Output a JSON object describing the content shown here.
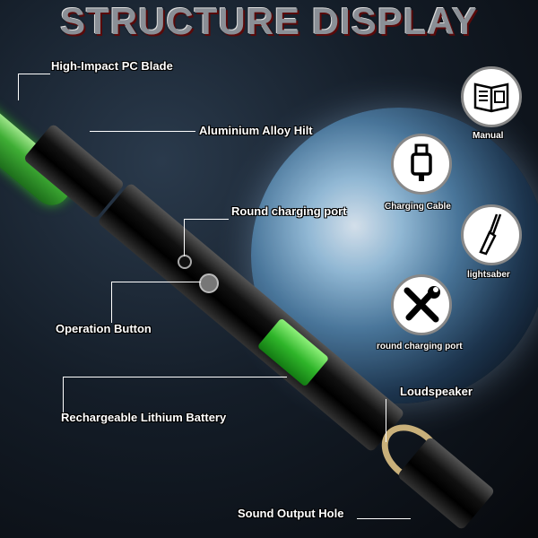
{
  "title": "STRUCTURE DISPLAY",
  "labels": {
    "blade": "High-Impact PC Blade",
    "hilt": "Aluminium Alloy Hilt",
    "charging_port": "Round charging port",
    "button": "Operation Button",
    "battery": "Rechargeable Lithium Battery",
    "speaker": "Loudspeaker",
    "sound_hole": "Sound Output Hole"
  },
  "accessories": [
    {
      "label": "Manual",
      "icon": "book-icon"
    },
    {
      "label": "Charging Cable",
      "icon": "usb-icon"
    },
    {
      "label": "lightsaber",
      "icon": "lightsaber-icon"
    },
    {
      "label": "round charging port",
      "icon": "tools-icon"
    }
  ]
}
